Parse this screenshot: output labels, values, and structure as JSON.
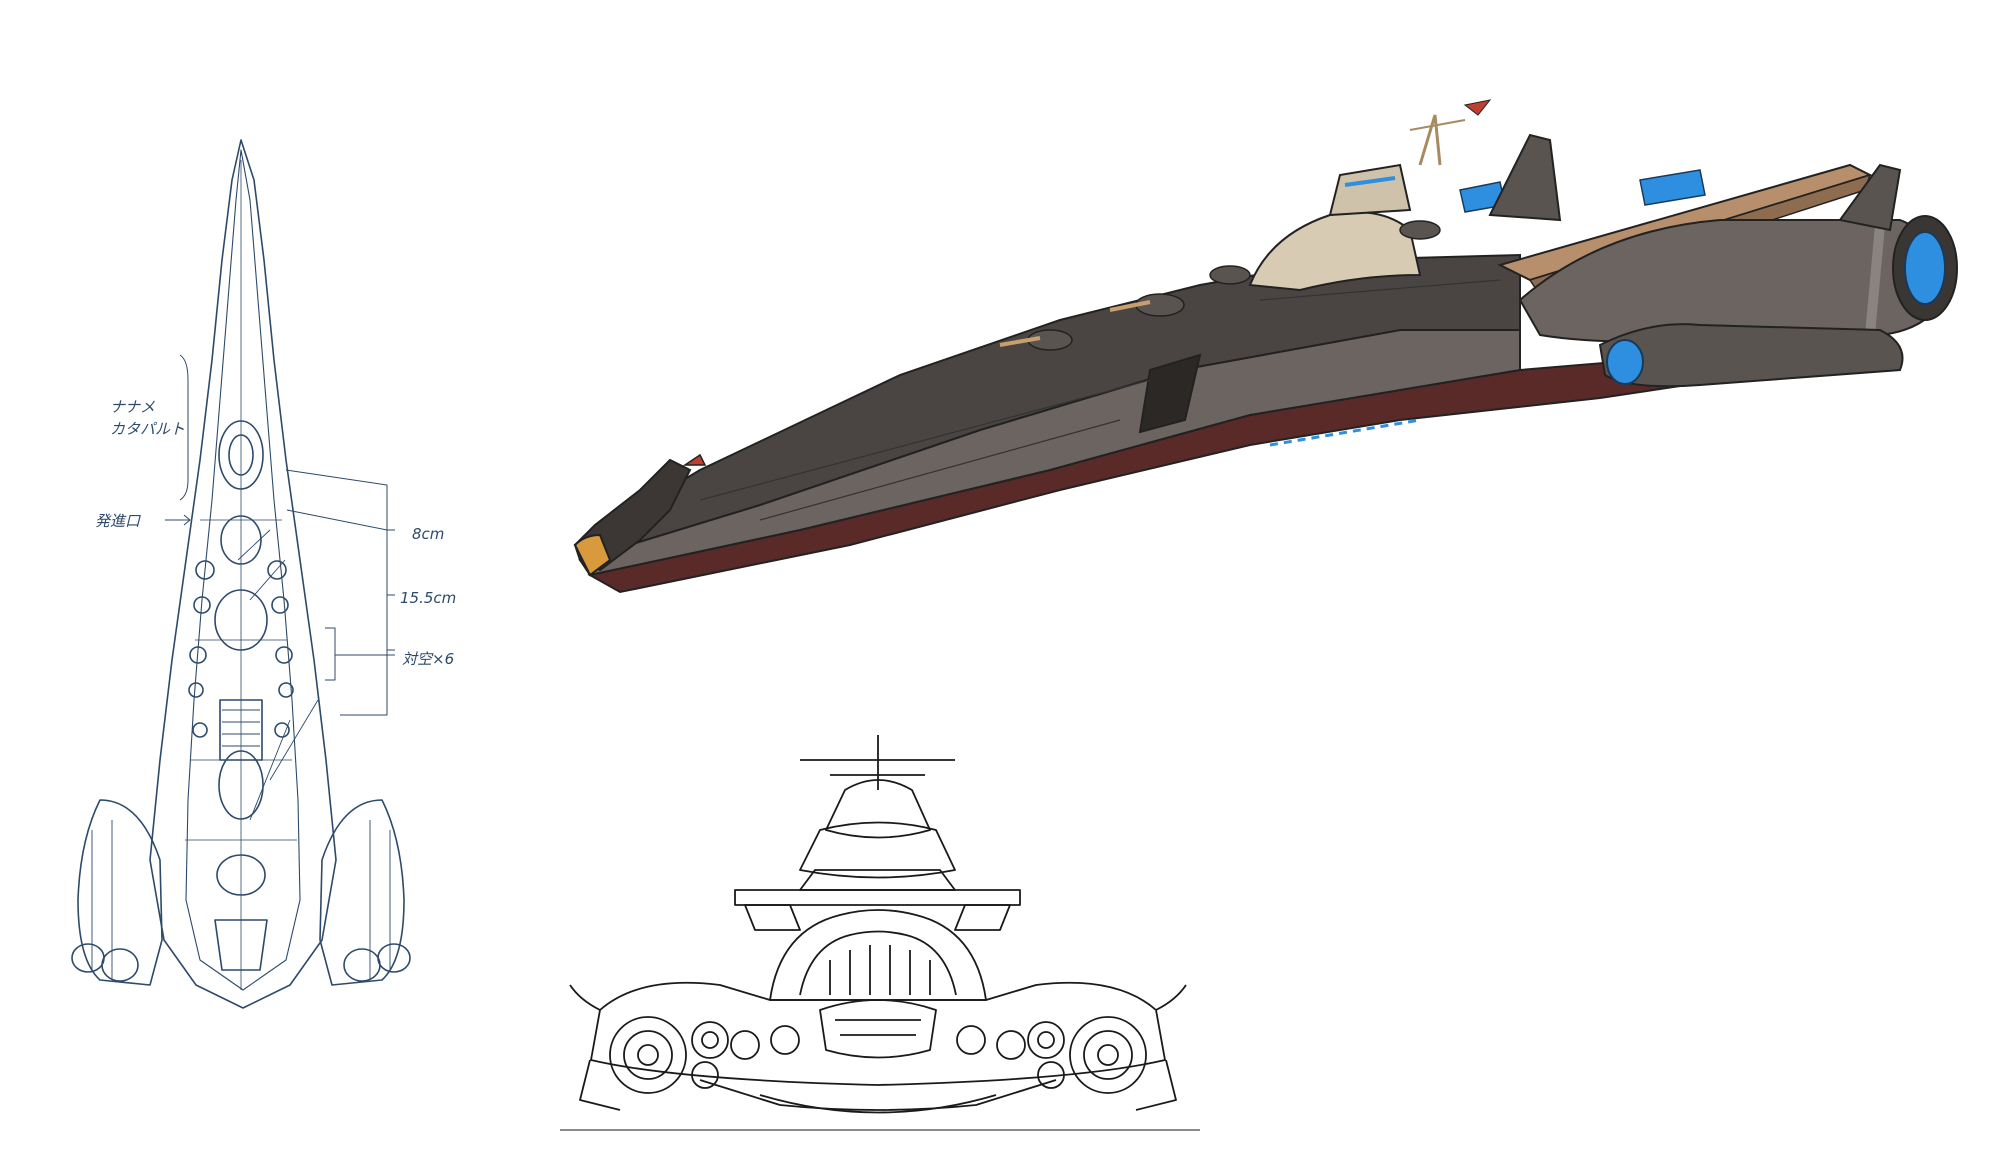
{
  "annotations": {
    "catapult_line1": "ナナメ",
    "catapult_line2": "カタパルト",
    "launch_port": "発進口",
    "dim_8cm": "8cm",
    "dim_15cm": "15.5cm",
    "aa_guns": "対空×6"
  },
  "colors": {
    "sketch_top": "#2d4a6a",
    "sketch_front": "#1a1a1a",
    "hull_dark": "#4a4542",
    "hull_mid": "#6b6460",
    "hull_belly": "#5a2a28",
    "bridge": "#d8cbb4",
    "deck": "#b78f6c",
    "glow": "#2e8fe0",
    "accent": "#d89a3c"
  },
  "icons": [
    "top-view-sketch",
    "perspective-render",
    "front-view-sketch"
  ]
}
